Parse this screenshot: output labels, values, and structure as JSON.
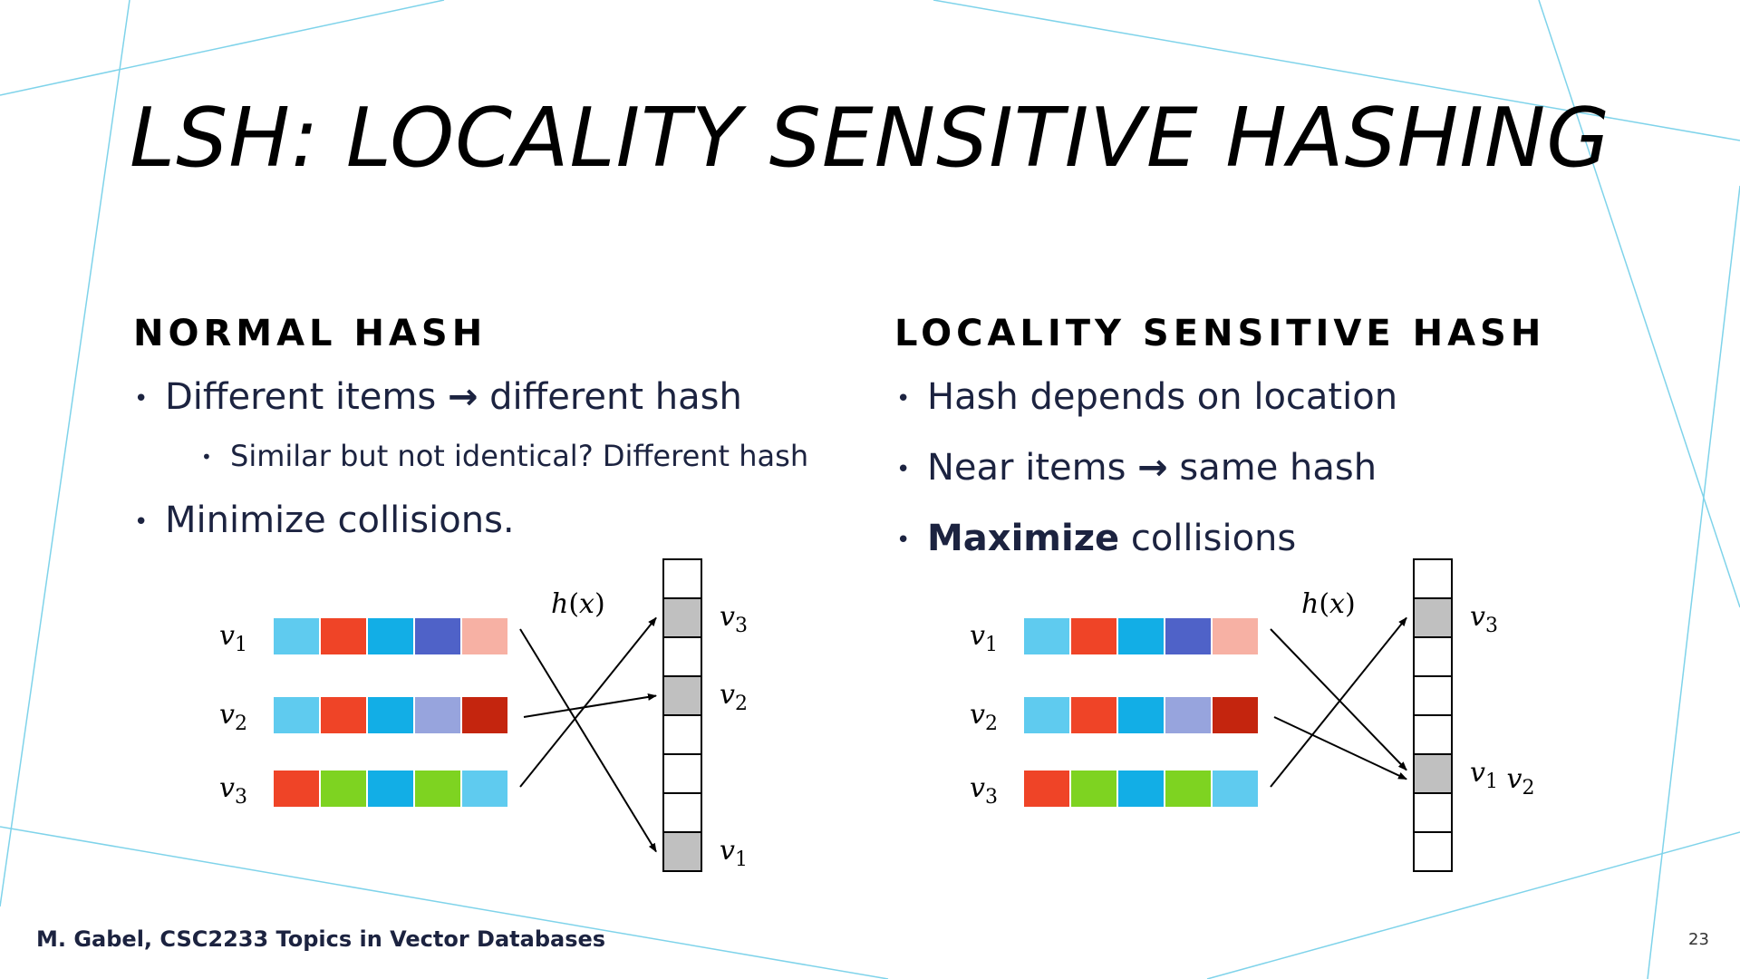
{
  "slide": {
    "title": "LSH: LOCALITY SENSITIVE HASHING",
    "footer": "M. Gabel, CSC2233 Topics in Vector Databases",
    "page_number": "23",
    "accent_line_color": "#7fd3ea"
  },
  "normal_hash": {
    "heading": "NORMAL HASH",
    "bullets": [
      {
        "before": "Different items ",
        "arrow": "→",
        "after": " different hash"
      },
      {
        "text": "Similar but not identical? Different hash"
      },
      {
        "text": "Minimize collisions."
      }
    ],
    "diagram": {
      "hash_label": "h(x)",
      "vector_labels": [
        "v1",
        "v2",
        "v3"
      ],
      "vectors": [
        [
          "#5fcbef",
          "#ef4427",
          "#12aee6",
          "#4f62c8",
          "#f7b1a4"
        ],
        [
          "#5fcbef",
          "#ef4427",
          "#12aee6",
          "#97a4dd",
          "#c4250e"
        ],
        [
          "#ef4427",
          "#7ed321",
          "#12aee6",
          "#7ed321",
          "#5fcbef"
        ]
      ],
      "buckets": 8,
      "filled_buckets": [
        1,
        3,
        7
      ],
      "bucket_labels": [
        {
          "bucket": 1,
          "text": "v3"
        },
        {
          "bucket": 3,
          "text": "v2"
        },
        {
          "bucket": 7,
          "text": "v1"
        }
      ],
      "mapping": [
        7,
        3,
        1
      ]
    }
  },
  "lsh": {
    "heading": "LOCALITY SENSITIVE HASH",
    "bullets": [
      {
        "text": "Hash depends on location"
      },
      {
        "before": "Near items ",
        "arrow": "→",
        "after": " same hash"
      },
      {
        "bold": "Maximize",
        "after": " collisions"
      }
    ],
    "diagram": {
      "hash_label": "h(x)",
      "vector_labels": [
        "v1",
        "v2",
        "v3"
      ],
      "vectors": [
        [
          "#5fcbef",
          "#ef4427",
          "#12aee6",
          "#4f62c8",
          "#f7b1a4"
        ],
        [
          "#5fcbef",
          "#ef4427",
          "#12aee6",
          "#97a4dd",
          "#c4250e"
        ],
        [
          "#ef4427",
          "#7ed321",
          "#12aee6",
          "#7ed321",
          "#5fcbef"
        ]
      ],
      "buckets": 8,
      "filled_buckets": [
        1,
        5
      ],
      "bucket_labels": [
        {
          "bucket": 1,
          "text": "v3"
        },
        {
          "bucket": 5,
          "text": "v1 v2"
        }
      ],
      "mapping": [
        5,
        5,
        1
      ]
    }
  }
}
